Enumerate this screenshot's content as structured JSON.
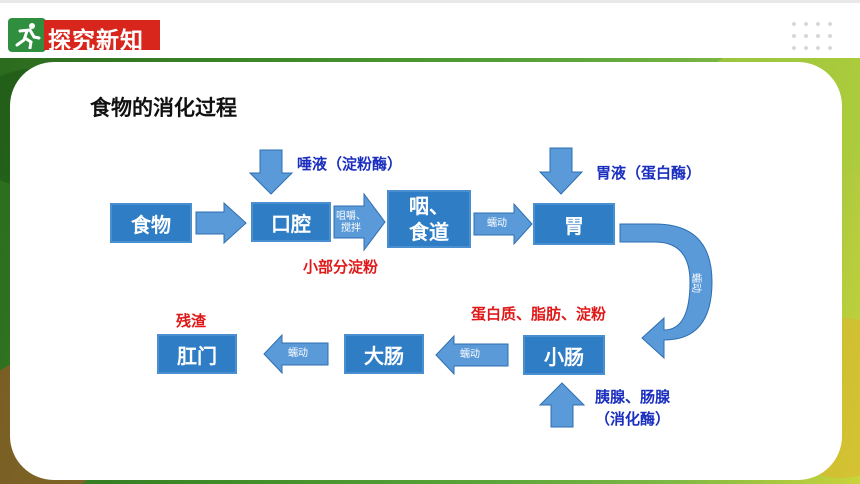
{
  "header": {
    "title": "探究新知"
  },
  "page_title": "食物的消化过程",
  "nodes": {
    "food": "食物",
    "mouth": "口腔",
    "esophagus_line1": "咽、",
    "esophagus_line2": "食道",
    "stomach": "胃",
    "small_intestine": "小肠",
    "large_intestine": "大肠",
    "anus": "肛门"
  },
  "inputs": {
    "saliva": "唾液（淀粉酶）",
    "gastric": "胃液（蛋白酶）",
    "pancreatic_line1": "胰腺、肠腺",
    "pancreatic_line2": "（消化酶）"
  },
  "notes": {
    "starch_part": "小部分淀粉",
    "nutrients": "蛋白质、脂肪、淀粉",
    "residue": "残渣"
  },
  "arrows": {
    "chew_line1": "咀嚼、",
    "chew_line2": "搅拌",
    "peristalsis": "蠕动"
  },
  "colors": {
    "node_fill": "#2f7dc4",
    "arrow_fill": "#5b9ad8",
    "input_label": "#1a2fbf",
    "note_label": "#e01818",
    "title_bar": "#d9261c"
  }
}
